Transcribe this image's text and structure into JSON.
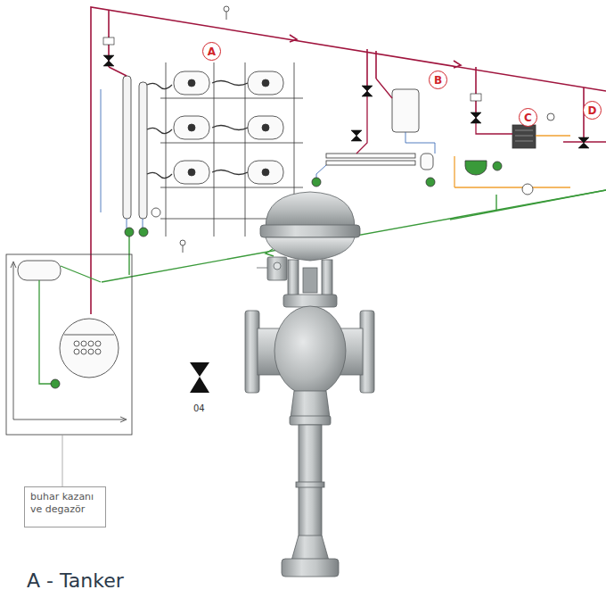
{
  "diagram": {
    "nodes": [
      {
        "text": [
          "A"
        ]
      },
      {
        "text": [
          "B"
        ]
      },
      {
        "text": [
          "C"
        ]
      },
      {
        "text": [
          "D"
        ]
      },
      {
        "text": [
          "buhar kazanı ve degazör"
        ]
      }
    ],
    "labels": [
      "04",
      "A - Tanker"
    ]
  }
}
